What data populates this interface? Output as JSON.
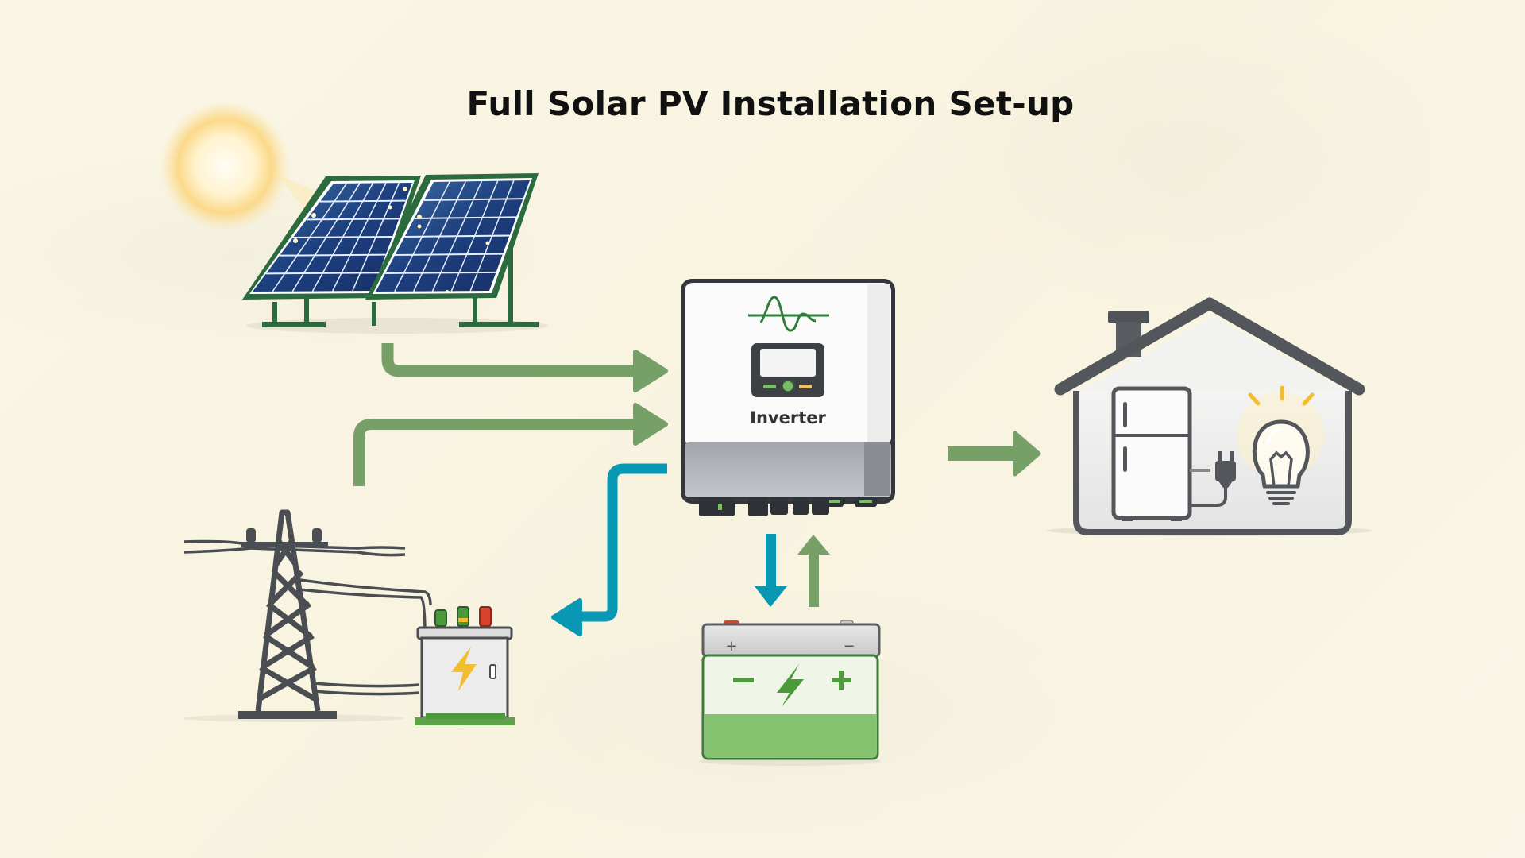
{
  "title": "Full Solar PV Installation Set-up",
  "components": {
    "sun": {
      "icon": "sun-icon"
    },
    "solar_panels": {
      "icon": "solar-panel-icon",
      "count": 2
    },
    "inverter": {
      "label": "Inverter",
      "icon": "inverter-icon"
    },
    "battery": {
      "icon": "battery-icon",
      "terminal_left": "+",
      "terminal_right": "−",
      "face_left": "−",
      "face_right": "+"
    },
    "grid": {
      "icon": "power-tower-icon"
    },
    "transformer": {
      "icon": "transformer-icon"
    },
    "house": {
      "icon": "house-icon",
      "appliances": [
        "refrigerator",
        "plug",
        "light-bulb"
      ]
    }
  },
  "flows": [
    {
      "from": "solar_panels",
      "to": "inverter",
      "color": "#779f68"
    },
    {
      "from": "grid",
      "to": "inverter",
      "color": "#779f68"
    },
    {
      "from": "inverter",
      "to": "grid",
      "color": "#0898b3"
    },
    {
      "from": "inverter",
      "to": "battery",
      "color": "#0898b3"
    },
    {
      "from": "battery",
      "to": "inverter",
      "color": "#779f68"
    },
    {
      "from": "inverter",
      "to": "house",
      "color": "#779f68"
    }
  ],
  "colors": {
    "background": "#f9f5e4",
    "flow_green": "#779f68",
    "flow_blue": "#0898b3",
    "outline": "#4a4d52",
    "panel_blue": "#1f3f7a",
    "panel_frame": "#23613a",
    "battery_green": "#7cbd6b",
    "bolt_yellow": "#f2bd2e"
  }
}
